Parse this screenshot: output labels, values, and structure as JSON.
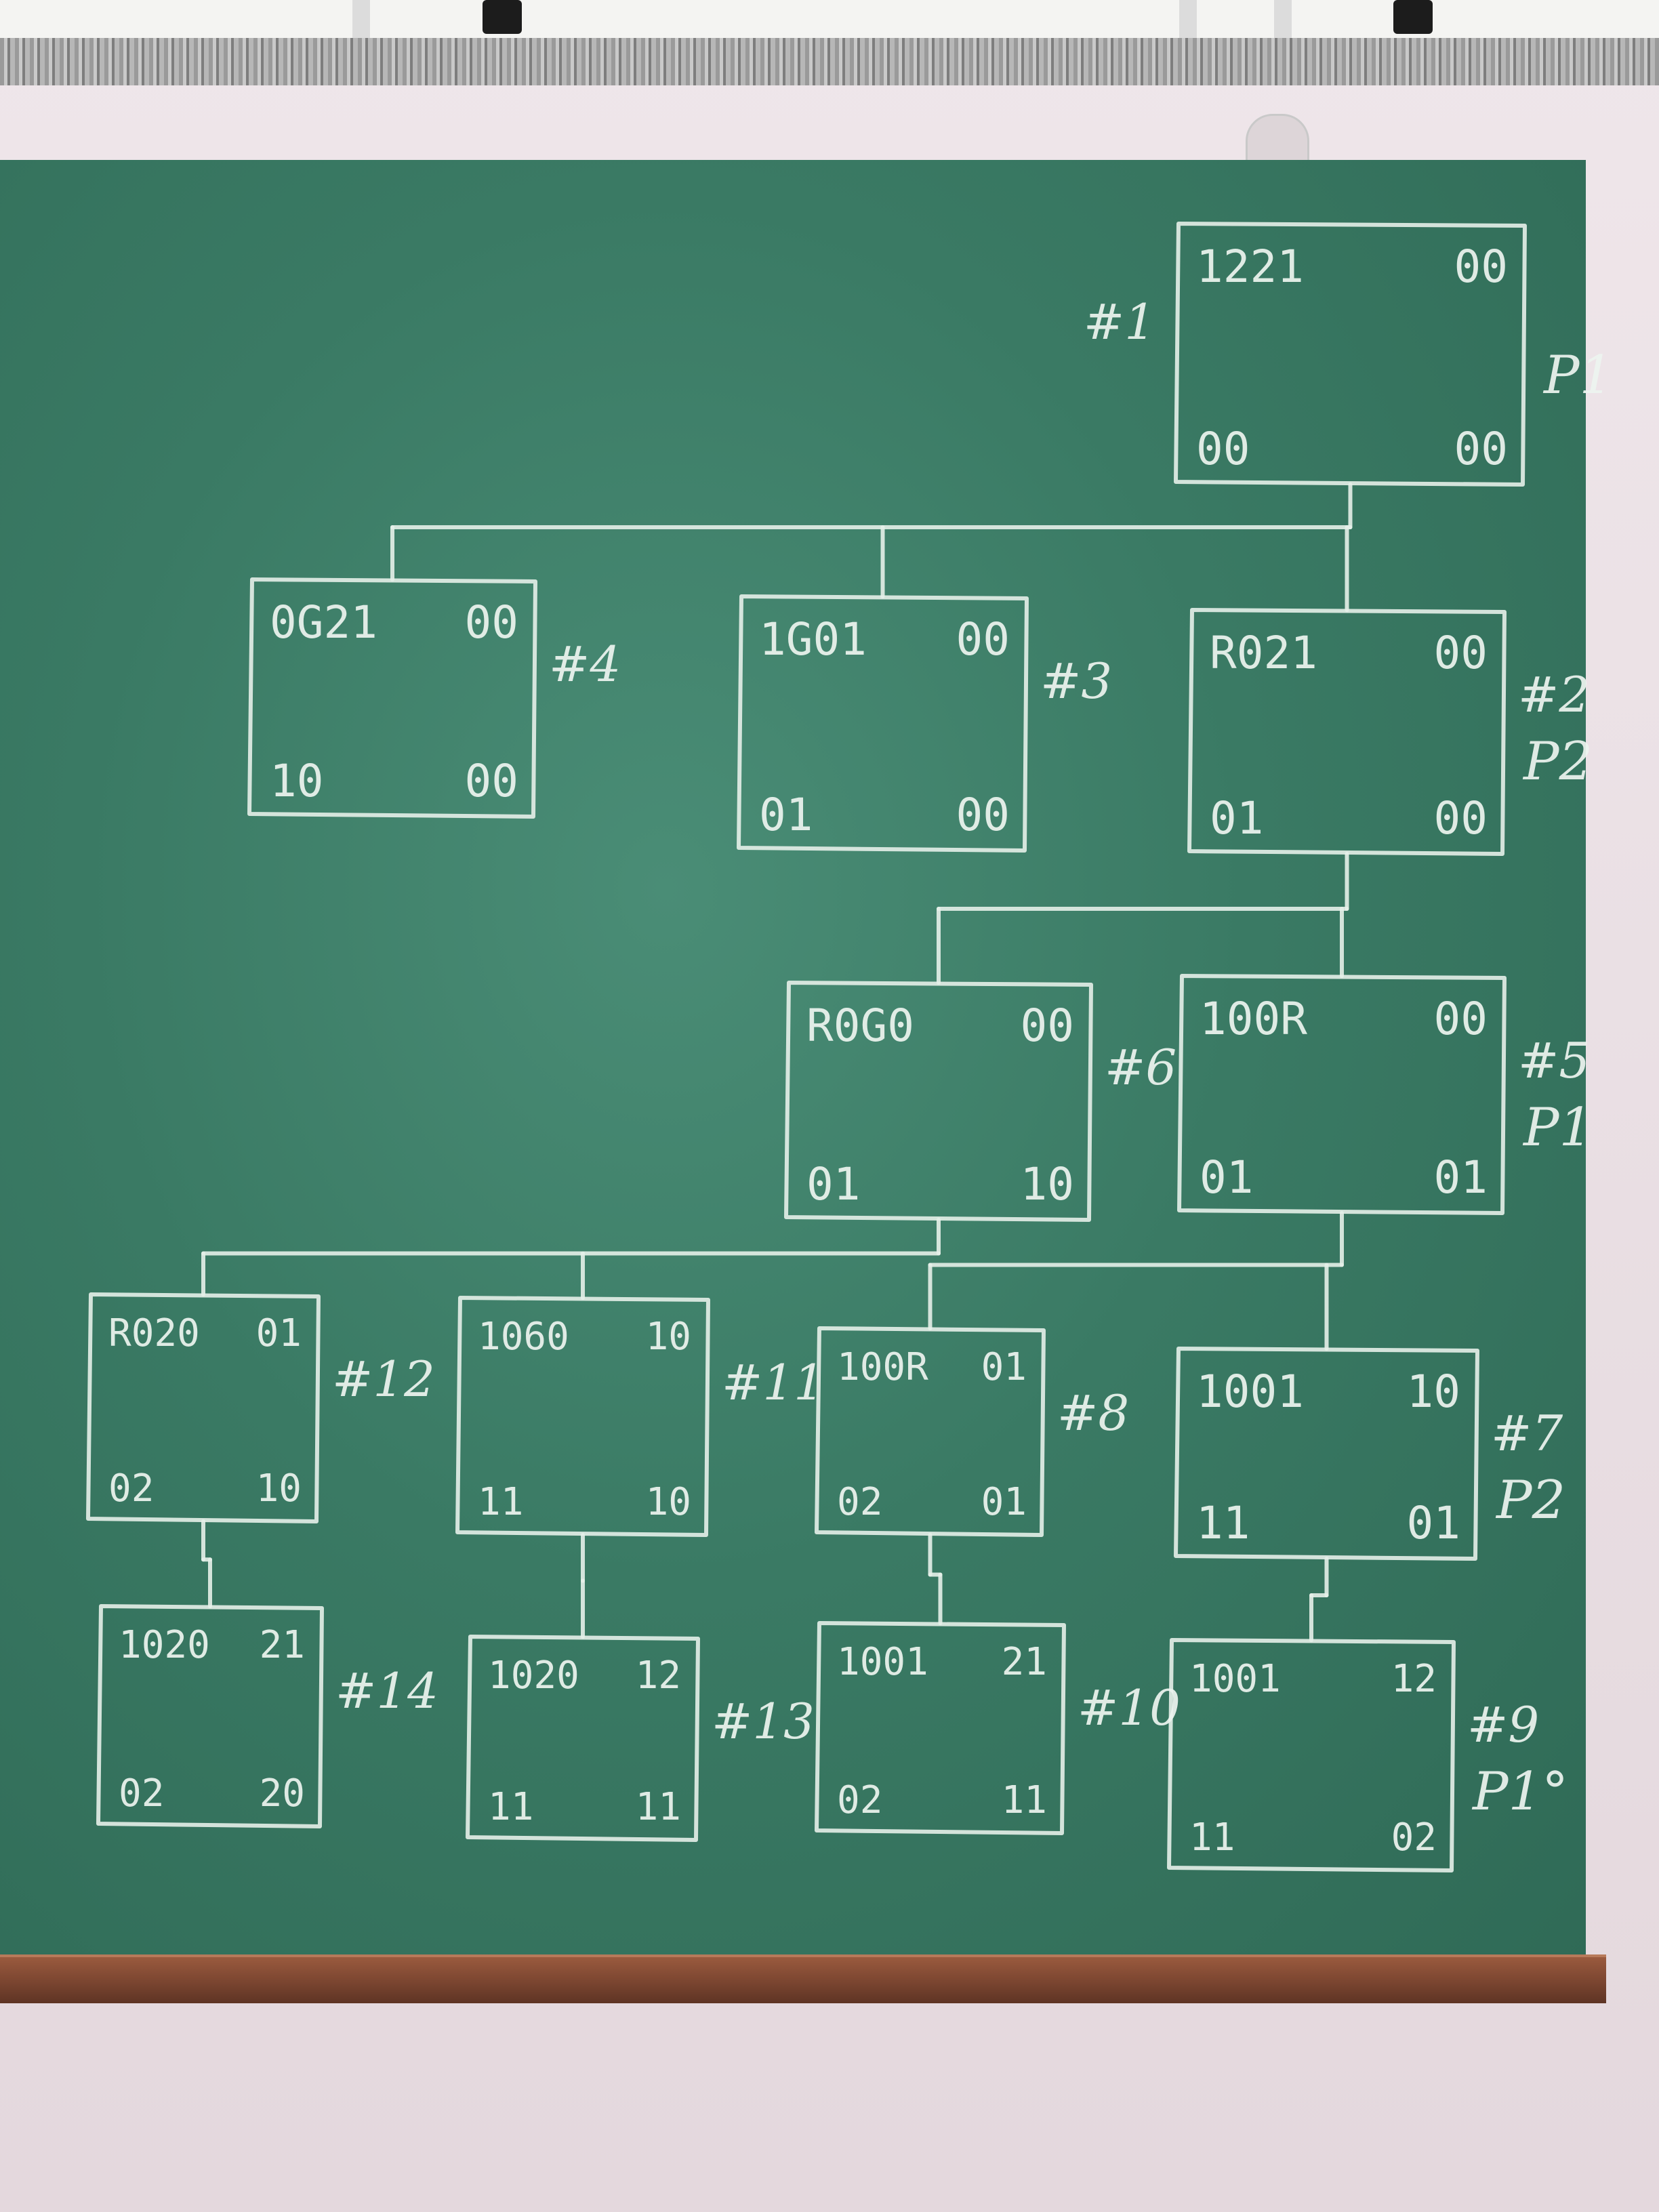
{
  "nodes": [
    {
      "id": "#1",
      "p": "P1",
      "tl": "1221",
      "tr": "00",
      "bl": "00",
      "br": "00"
    },
    {
      "id": "#2",
      "p": "P2",
      "tl": "R021",
      "tr": "00",
      "bl": "01",
      "br": "00"
    },
    {
      "id": "#3",
      "p": "",
      "tl": "1G01",
      "tr": "00",
      "bl": "01",
      "br": "00"
    },
    {
      "id": "#4",
      "p": "",
      "tl": "0G21",
      "tr": "00",
      "bl": "10",
      "br": "00"
    },
    {
      "id": "#5",
      "p": "P1",
      "tl": "100R",
      "tr": "00",
      "bl": "01",
      "br": "01"
    },
    {
      "id": "#6",
      "p": "",
      "tl": "R0G0",
      "tr": "00",
      "bl": "01",
      "br": "10"
    },
    {
      "id": "#7",
      "p": "P2",
      "tl": "1001",
      "tr": "10",
      "bl": "11",
      "br": "01"
    },
    {
      "id": "#8",
      "p": "",
      "tl": "100R",
      "tr": "01",
      "bl": "02",
      "br": "01"
    },
    {
      "id": "#11",
      "p": "",
      "tl": "1060",
      "tr": "10",
      "bl": "11",
      "br": "10"
    },
    {
      "id": "#12",
      "p": "",
      "tl": "R020",
      "tr": "01",
      "bl": "02",
      "br": "10"
    },
    {
      "id": "#9",
      "p": "P1°",
      "tl": "1001",
      "tr": "12",
      "bl": "11",
      "br": "02"
    },
    {
      "id": "#10",
      "p": "",
      "tl": "1001",
      "tr": "21",
      "bl": "02",
      "br": "11"
    },
    {
      "id": "#13",
      "p": "",
      "tl": "1020",
      "tr": "12",
      "bl": "11",
      "br": "11"
    },
    {
      "id": "#14",
      "p": "",
      "tl": "1020",
      "tr": "21",
      "bl": "02",
      "br": "20"
    }
  ],
  "edges": [
    [
      "#1",
      "#2"
    ],
    [
      "#1",
      "#3"
    ],
    [
      "#1",
      "#4"
    ],
    [
      "#2",
      "#5"
    ],
    [
      "#2",
      "#6"
    ],
    [
      "#5",
      "#7"
    ],
    [
      "#5",
      "#8"
    ],
    [
      "#6",
      "#11"
    ],
    [
      "#6",
      "#12"
    ],
    [
      "#7",
      "#9"
    ],
    [
      "#8",
      "#10"
    ],
    [
      "#11",
      "#13"
    ],
    [
      "#12",
      "#14"
    ]
  ]
}
